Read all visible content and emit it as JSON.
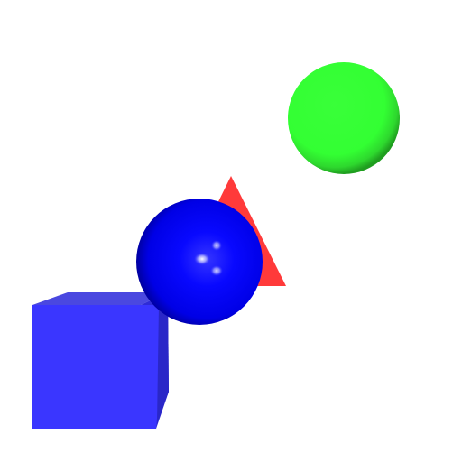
{
  "scene": {
    "background": "#ffffff",
    "objects": [
      {
        "id": "cube",
        "shape": "cube",
        "color": "#3a36ff"
      },
      {
        "id": "triangle",
        "shape": "triangle",
        "color": "#ff3a3a"
      },
      {
        "id": "large-sphere",
        "shape": "sphere",
        "color": "#0000ff",
        "finish": "glossy"
      },
      {
        "id": "small-sphere",
        "shape": "sphere",
        "color": "#33ff33",
        "finish": "matte"
      }
    ]
  }
}
